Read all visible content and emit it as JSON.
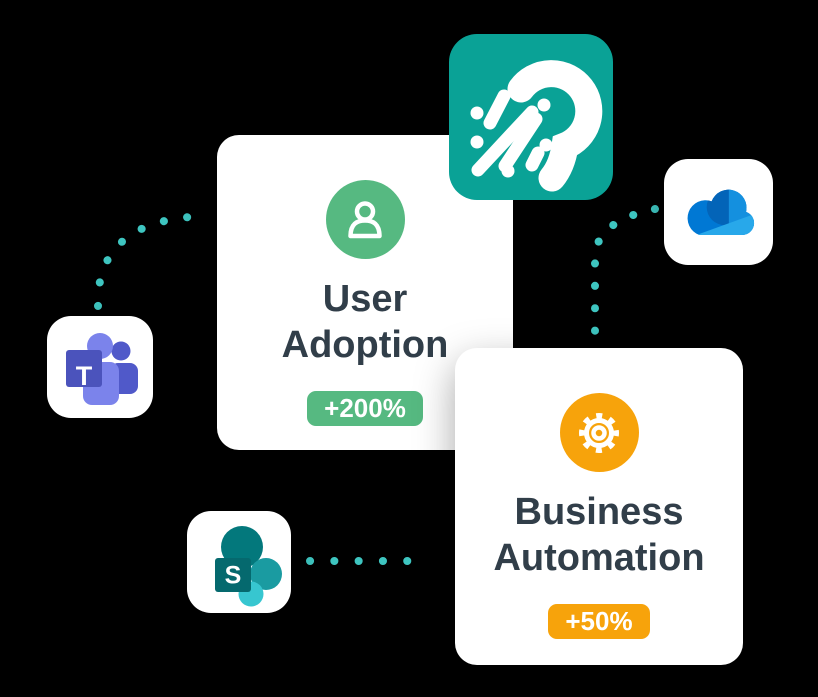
{
  "colors": {
    "background": "#000000",
    "logo_teal": "#0AA296",
    "connector_dot_teal": "#3EC5C0",
    "green_accent": "#56B981",
    "orange_accent": "#F7A30B",
    "title_text": "#313E49",
    "card_white": "#FFFFFF",
    "teams_square": "#4B53BC",
    "teams_person_light": "#7B83EB",
    "teams_person_dark": "#5059C9",
    "onedrive_dark": "#0364B8",
    "onedrive_mid": "#0078D4",
    "onedrive_right": "#1490DF",
    "onedrive_light": "#28A8EA",
    "sharepoint_dark": "#03787C",
    "sharepoint_mid": "#1A9BA1",
    "sharepoint_light": "#37C6D0",
    "sharepoint_square": "#05696E"
  },
  "brand_logo": {
    "icon": "comet-jellyfish-logo"
  },
  "cards": {
    "user_adoption": {
      "icon": "person-icon",
      "line1": "User",
      "line2": "Adoption",
      "badge": "+200%"
    },
    "business_automation": {
      "icon": "gear-icon",
      "line1": "Business",
      "line2": "Automation",
      "badge": "+50%"
    }
  },
  "app_tiles": {
    "teams": {
      "name": "Microsoft Teams",
      "letter": "T"
    },
    "onedrive": {
      "name": "OneDrive"
    },
    "sharepoint": {
      "name": "SharePoint",
      "letter": "S"
    }
  },
  "connectors": [
    {
      "from": "teams-tile",
      "to": "user-adoption-card",
      "style": "dotted"
    },
    {
      "from": "onedrive-tile",
      "to": "business-automation-card",
      "style": "dotted"
    },
    {
      "from": "sharepoint-tile",
      "to": "business-automation-card",
      "style": "dotted"
    }
  ]
}
